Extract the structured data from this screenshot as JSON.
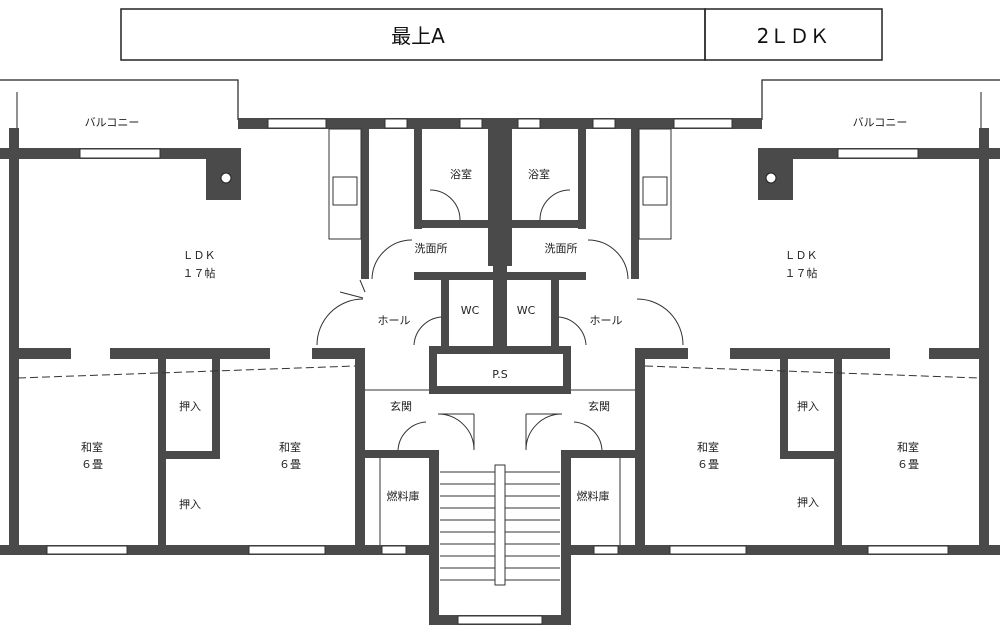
{
  "header": {
    "type_label": "最上A",
    "layout_label": "2ＬＤＫ"
  },
  "rooms": {
    "left": {
      "balcony": "バルコニー",
      "ldk": "ＬＤＫ",
      "ldk_size": "１７帖",
      "bath": "浴室",
      "washroom": "洗面所",
      "wc": "WC",
      "hall": "ホール",
      "entrance": "玄関",
      "fuel_storage": "燃料庫",
      "closet_1": "押入",
      "closet_2": "押入",
      "washitsu_1": "和室",
      "washitsu_1_size": "６畳",
      "washitsu_2": "和室",
      "washitsu_2_size": "６畳"
    },
    "right": {
      "balcony": "バルコニー",
      "ldk": "ＬＤＫ",
      "ldk_size": "１７帖",
      "bath": "浴室",
      "washroom": "洗面所",
      "wc": "WC",
      "hall": "ホール",
      "entrance": "玄関",
      "fuel_storage": "燃料庫",
      "closet_1": "押入",
      "closet_2": "押入",
      "washitsu_1": "和室",
      "washitsu_1_size": "６畳",
      "washitsu_2": "和室",
      "washitsu_2_size": "６畳"
    },
    "ps": "P.S"
  }
}
